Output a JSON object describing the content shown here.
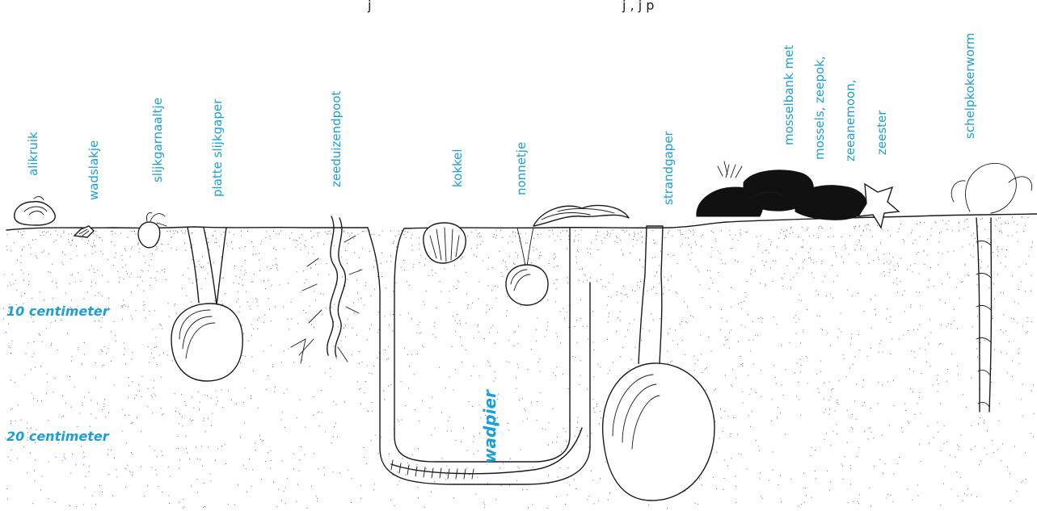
{
  "caption": "j",
  "caption_right": "j          ,        j        p",
  "species": {
    "alikruik": "alikruik",
    "wadslakje": "wadslakje",
    "slijkgarnaaltje": "slijkgarnaaltje",
    "platte_slijkgaper": "platte slijkgaper",
    "zeeduizendpoot": "zeeduizendpoot",
    "kokkel": "kokkel",
    "nonnetje": "nonnetje",
    "strandgaper": "strandgaper",
    "mosselbank_line1": "mosselbank met",
    "mosselbank_line2": "mossels, zeepok,",
    "mosselbank_line3": "zeeanemoon,",
    "mosselbank_line4": "zeester",
    "schelpkokerworm": "schelpkokerworm",
    "wadpier": "wadpier"
  },
  "depth_labels": {
    "ten_cm": "10 centimeter",
    "twenty_cm": "20 centimeter"
  },
  "colors": {
    "label_blue": "#1aa0d8",
    "ink": "#1a1a1a"
  }
}
